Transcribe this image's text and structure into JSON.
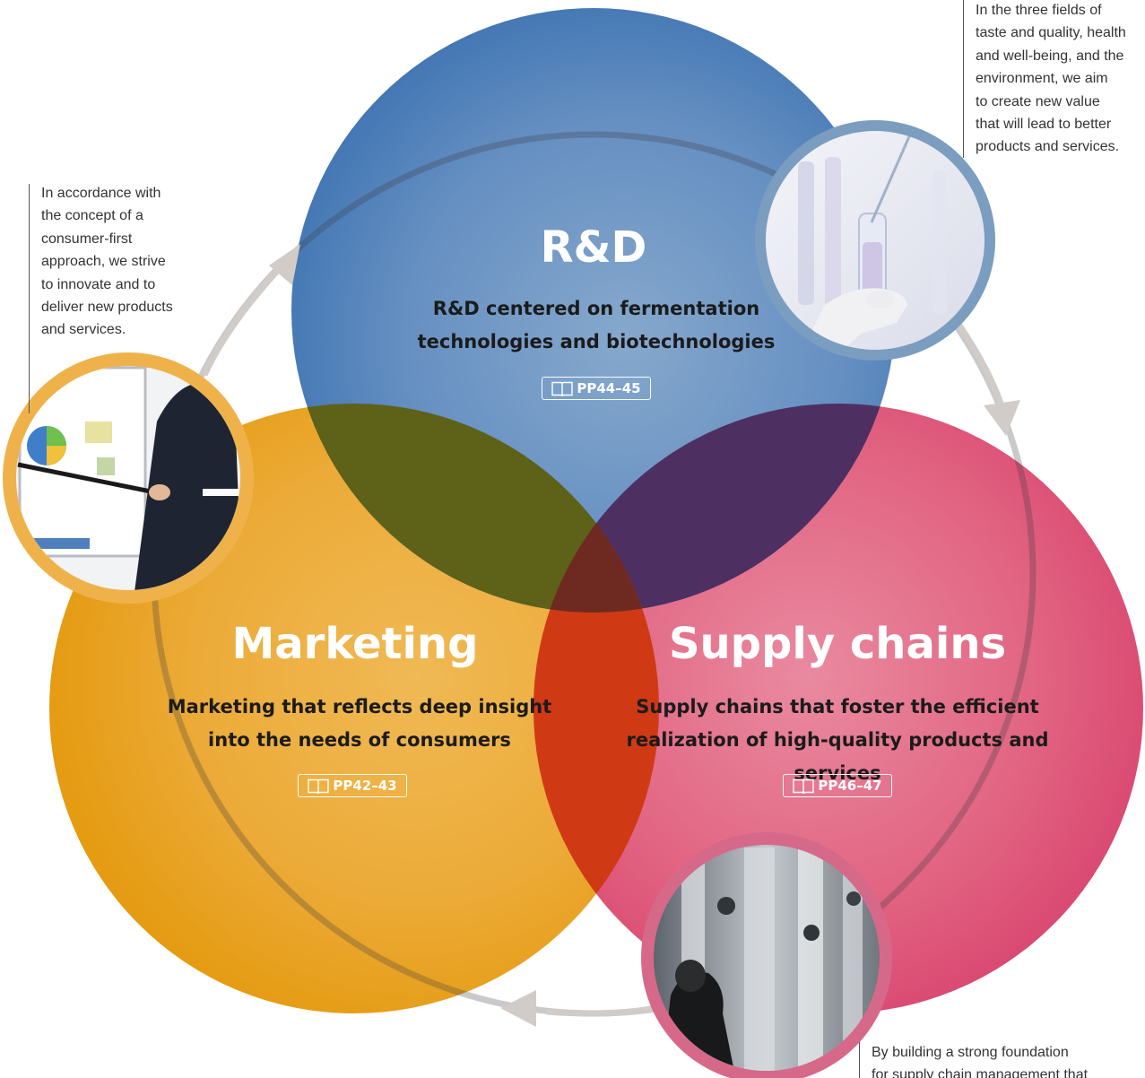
{
  "rd": {
    "title": "R&D",
    "subtitle_line1": "R&D centered on fermentation",
    "subtitle_line2": "technologies and biotechnologies",
    "ref": "PP44–45"
  },
  "marketing": {
    "title": "Marketing",
    "subtitle_line1": "Marketing that reflects deep insight",
    "subtitle_line2": "into the needs of consumers",
    "ref": "PP42–43"
  },
  "supply": {
    "title": "Supply chains",
    "subtitle_line1": "Supply chains that foster the efficient",
    "subtitle_line2": "realization of high-quality products and services",
    "ref": "PP46–47"
  },
  "notes": {
    "rd": [
      "In the three fields of",
      "taste and quality, health",
      "and well-being, and the",
      "environment, we aim",
      "to create new value",
      "that will lead to better",
      "products and services."
    ],
    "marketing": [
      "In accordance with",
      "the concept of a",
      "consumer-first",
      "approach, we strive",
      "to innovate and to",
      "deliver new products",
      "and services."
    ],
    "supply": [
      "By building a strong foundation",
      "for supply chain management that"
    ]
  },
  "colors": {
    "rd": "#4a7fb8",
    "marketing": "#e8a21c",
    "supply": "#dd4c74",
    "overlap_text": "#1b1b1b",
    "arrow": "#d1ccc7"
  }
}
